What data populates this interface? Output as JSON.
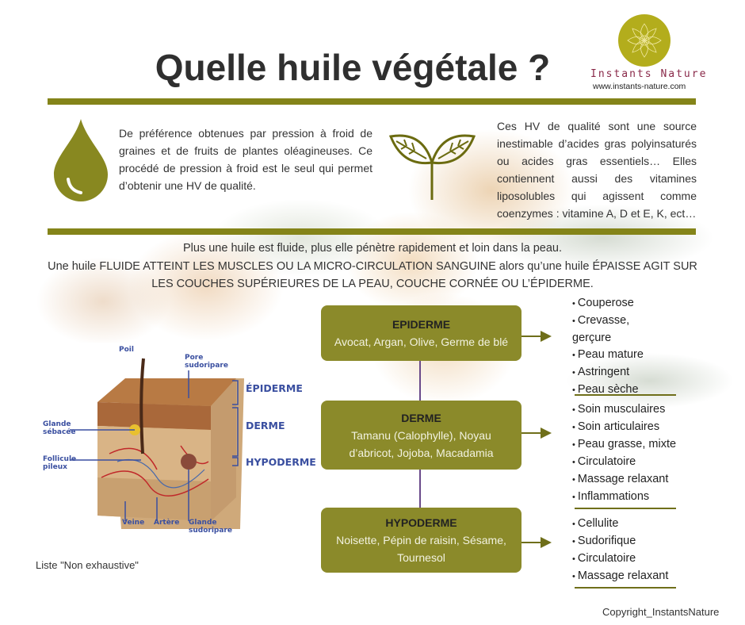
{
  "title": "Quelle huile végétale ?",
  "brand": {
    "name": "Instants Nature",
    "url": "www.instants-nature.com"
  },
  "intro_left": "De préférence obtenues par pression à froid de graines et de fruits de plantes oléagineuses. Ce procédé de pression à froid est le seul qui permet d’obtenir une HV de qualité.",
  "intro_right": "Ces HV de qualité sont une source inestimable d’acides gras polyinsaturés ou acides gras essentiels… Elles contiennent aussi des vitamines liposolubles qui agissent comme coenzymes : vitamine A, D et E, K, ect…",
  "center_lines": [
    "Plus une huile est fluide, plus elle pénètre rapidement et loin dans la peau.",
    "Une huile FLUIDE ATTEINT LES MUSCLES OU LA MICRO-CIRCULATION SANGUINE alors qu’une huile ÉPAISSE AGIT SUR",
    "LES COUCHES SUPÉRIEURES DE LA PEAU, COUCHE CORNÉE OU L’ÉPIDERME."
  ],
  "diagram": {
    "poil": "Poil",
    "pore": [
      "Pore",
      "sudoripare"
    ],
    "glande_seb": [
      "Glande",
      "sébacée"
    ],
    "follicule": [
      "Follicule",
      "pileux"
    ],
    "veine": "Veine",
    "artere": "Artère",
    "glande_sud": [
      "Glande",
      "sudoripare"
    ],
    "epiderme": "ÉPIDERME",
    "derme": "DERME",
    "hypoderme": "HYPODERME"
  },
  "layers": [
    {
      "name": "EPIDERME",
      "oils": "Avocat, Argan, Olive, Germe de blé",
      "uses": [
        "Couperose",
        "Crevasse, gerçure",
        "Peau mature",
        "Astringent",
        "Peau sèche"
      ]
    },
    {
      "name": "DERME",
      "oils": "Tamanu (Calophylle), Noyau d’abricot,  Jojoba, Macadamia",
      "uses": [
        "Soin musculaires",
        "Soin articulaires",
        "Peau grasse, mixte",
        "Circulatoire",
        "Massage relaxant",
        "Inflammations"
      ]
    },
    {
      "name": "HYPODERME",
      "oils": "Noisette, Pépin de raisin, Sésame, Tournesol",
      "uses": [
        "Cellulite",
        "Sudorifique",
        "Circulatoire",
        "Massage relaxant"
      ]
    }
  ],
  "note": "Liste \"Non exhaustive\"",
  "copyright": "Copyright_InstantsNature",
  "colors": {
    "olive": "#848419",
    "box": "#8b8a2a"
  }
}
